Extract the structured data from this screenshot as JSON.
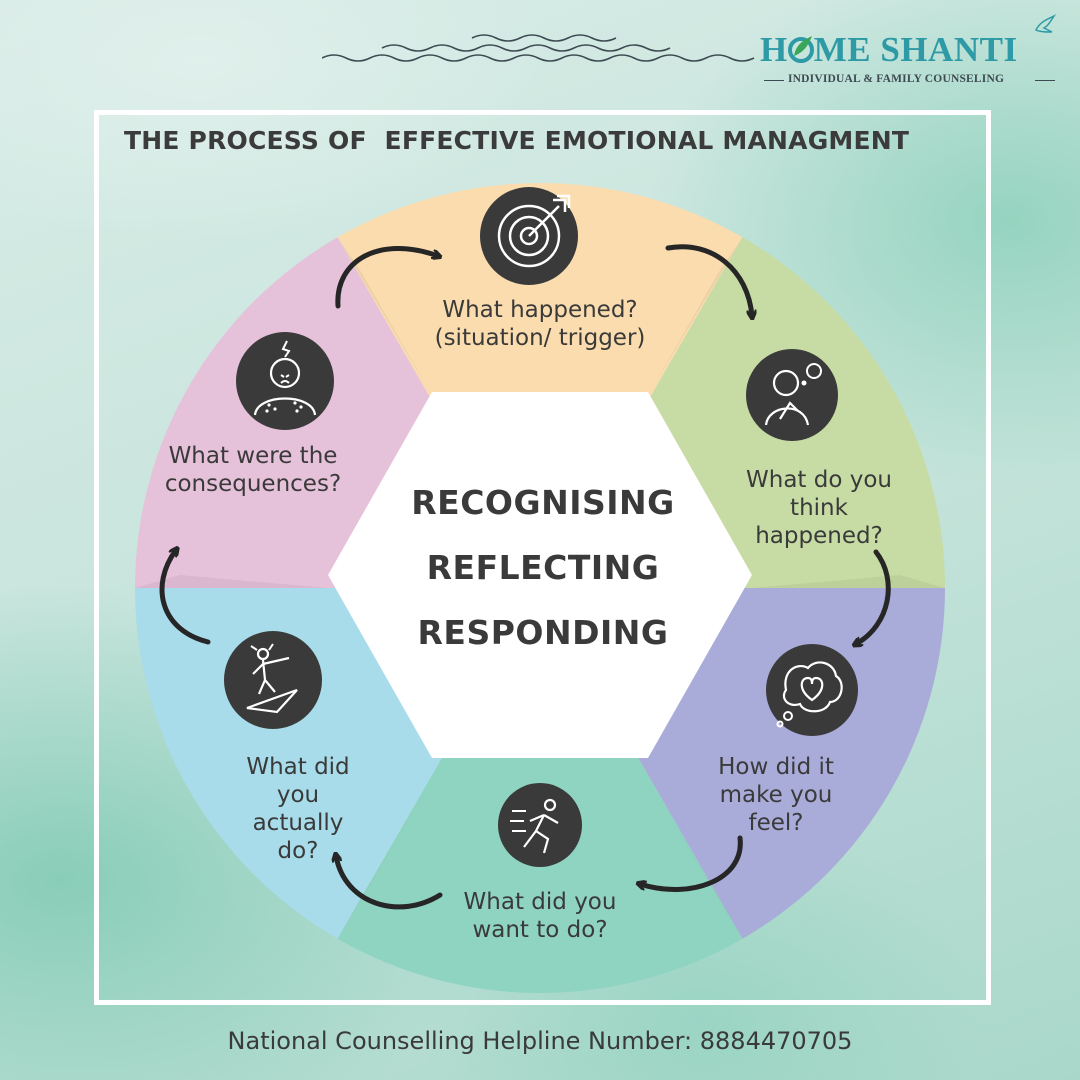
{
  "brand": {
    "name_left": "H",
    "name_right": "ME SHANTI",
    "tagline": "INDIVIDUAL & FAMILY COUNSELING"
  },
  "title": "THE PROCESS OF  EFFECTIVE EMOTIONAL MANAGMENT",
  "center": {
    "lines": [
      "RECOGNISING",
      "REFLECTING",
      "RESPONDING"
    ]
  },
  "stages": [
    {
      "id": "situation",
      "label": "What happened? (situation/ trigger)",
      "icon": "target-icon",
      "color": "#fadcae"
    },
    {
      "id": "thoughts",
      "label": "What do you think happened?",
      "icon": "thinking-person-icon",
      "color": "#c7dca4"
    },
    {
      "id": "feelings",
      "label": "How did it make you feel?",
      "icon": "heart-thought-icon",
      "color": "#a9acd9"
    },
    {
      "id": "urges",
      "label": "What did you want to do?",
      "icon": "running-person-icon",
      "color": "#8fd3c1"
    },
    {
      "id": "actions",
      "label": "What did you actually do?",
      "icon": "climbing-person-icon",
      "color": "#a8dcea"
    },
    {
      "id": "consequences",
      "label": "What were the consequences?",
      "icon": "stressed-person-icon",
      "color": "#e6c1da"
    }
  ],
  "footer": "National Counselling Helpline Number: 8884470705"
}
